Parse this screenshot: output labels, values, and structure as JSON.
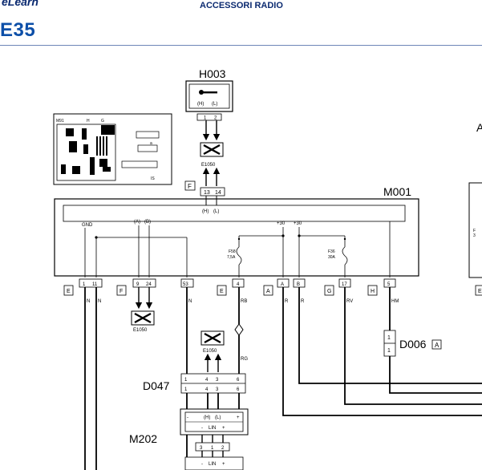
{
  "header": {
    "brand": "eLearn",
    "code": "E35",
    "title": "ACCESSORI RADIO"
  },
  "components": {
    "h003": {
      "name": "H003",
      "pins": [
        "(H)",
        "(L)"
      ],
      "pin_nums": [
        "1",
        "2"
      ]
    },
    "m001": {
      "name": "M001",
      "pins_top": [
        "(H)",
        "(L)"
      ],
      "labels": [
        "GND",
        "(A)",
        "(B)",
        "+30",
        "+30"
      ]
    },
    "m091": {
      "name": "M91",
      "labels": [
        "H",
        "G"
      ],
      "a": "a",
      "is": "IS"
    },
    "e1050": "E1050",
    "d006": {
      "name": "D006",
      "conn": "A",
      "pins": [
        "1",
        "1"
      ]
    },
    "d047": {
      "name": "D047",
      "pins": [
        "1",
        "4",
        "3",
        "6"
      ]
    },
    "m202": {
      "name": "M202",
      "pins_top": [
        "-",
        "(H)",
        "(L)",
        "+"
      ],
      "lin": [
        "-",
        "LIN",
        "+"
      ],
      "pins_mid": [
        "3",
        "1",
        "2"
      ]
    },
    "f58": {
      "name": "F58",
      "rating": "7,5A"
    },
    "f36": {
      "name": "F36",
      "rating": "30A"
    }
  },
  "connectors": {
    "top_F": "F",
    "top_F_pins": [
      "13",
      "14"
    ],
    "bottom": [
      {
        "conn": "E",
        "pins": [
          "1",
          "11"
        ]
      },
      {
        "conn": "F",
        "pins": [
          "9",
          "24"
        ]
      },
      {
        "pin": "53"
      },
      {
        "conn": "E",
        "pins": [
          "4"
        ]
      },
      {
        "conn": "A",
        "pins": [
          "A"
        ]
      },
      {
        "pins": [
          "B"
        ]
      },
      {
        "conn": "G",
        "pins": [
          "17"
        ]
      },
      {
        "conn": "H",
        "pins": [
          "5"
        ]
      }
    ]
  },
  "wires": {
    "n1": "N",
    "n2": "N",
    "n3": "N",
    "rb": "RB",
    "r1": "R",
    "r2": "R",
    "rv": "RV",
    "hm": "HM",
    "rg": "RG"
  },
  "right_edge": {
    "letter": "A",
    "f_label": "F",
    "f_num": "3",
    "e_label": "E"
  }
}
